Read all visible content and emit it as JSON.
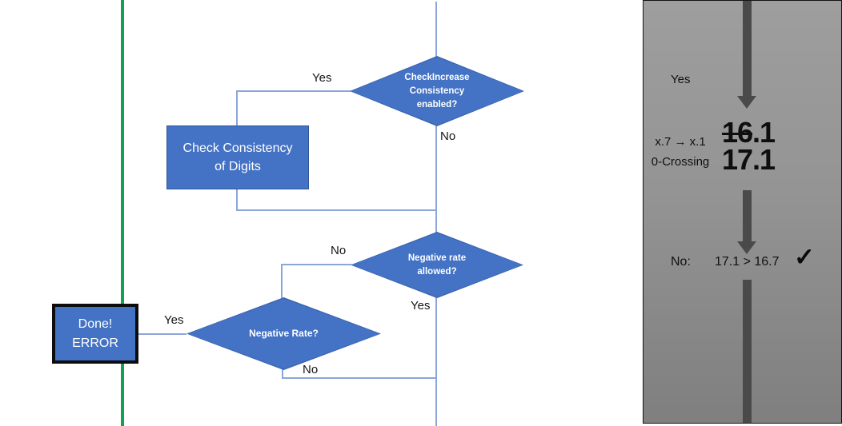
{
  "flowchart": {
    "decision_check_increase": "CheckIncrease Consistency enabled?",
    "process_check_consistency": "Check Consistency of Digits",
    "decision_negative_rate_allowed": "Negative rate allowed?",
    "decision_negative_rate": "Negative Rate?",
    "done_line1": "Done!",
    "done_line2": "ERROR",
    "label_yes_top": "Yes",
    "label_no_top": "No",
    "label_no_mid": "No",
    "label_yes_mid": "Yes",
    "label_yes_done": "Yes",
    "label_no_bottom": "No"
  },
  "panel": {
    "label_yes": "Yes",
    "note_line1": "x.7 → x.1",
    "note_line2": "0-Crossing",
    "old_value_struck": "16",
    "old_value_suffix": ".1",
    "new_value": "17.1",
    "no_prefix": "No:",
    "comparison": "17.1 > 16.7",
    "checkmark": "✓"
  },
  "colors": {
    "node_fill": "#4472C4",
    "node_border": "#2F5597",
    "connector": "#8CA6D9",
    "guide_green": "#12A24F",
    "panel_arrow": "#4A4A4A",
    "done_border": "#0D0D0D"
  }
}
